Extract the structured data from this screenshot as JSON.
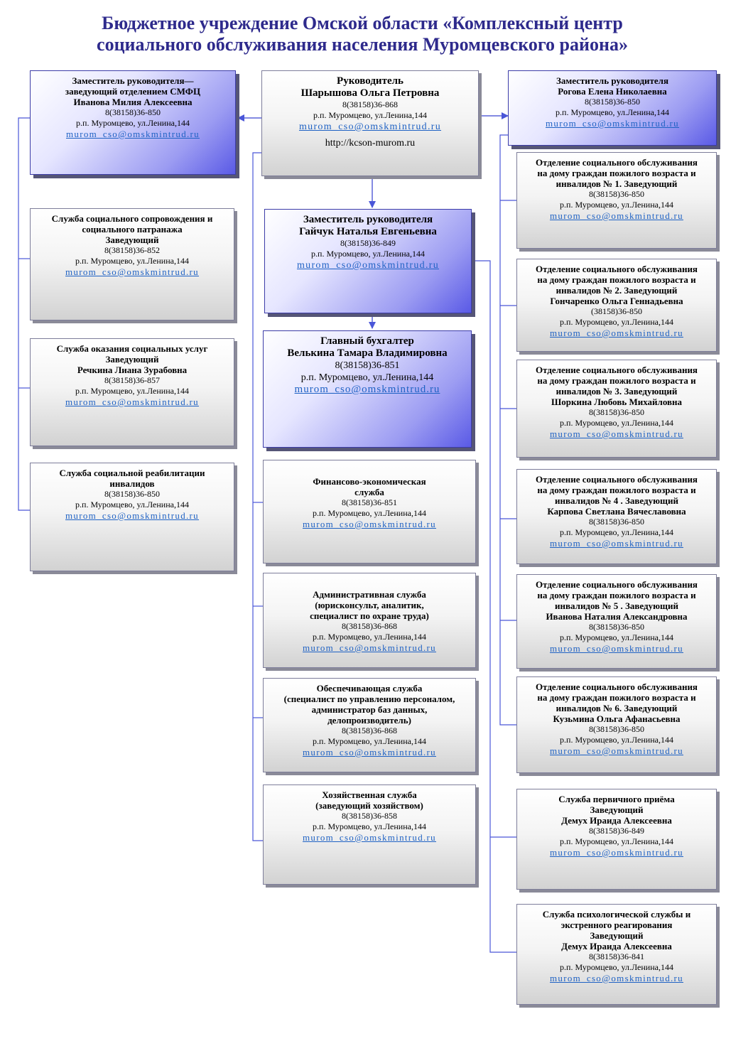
{
  "title": {
    "line1": "Бюджетное учреждение Омской области «Комплексный центр",
    "line2": "социального обслуживания населения Муромцевского района»"
  },
  "boxes": {
    "director": {
      "t1": "Руководитель",
      "t2": "Шарышова Ольга Петровна",
      "l1": "8(38158)36-868",
      "l2": "р.п. Муромцево, ул.Ленина,144",
      "email": "murom_cso@omskmintrud.ru",
      "site": "http://kcson-murom.ru"
    },
    "dep_left": {
      "t1": "Заместитель руководителя—",
      "t2": "заведующий отделением СМФЦ",
      "t3": "Иванова Милия Алексеевна",
      "l1": "8(38158)36-850",
      "l2": "р.п. Муромцево, ул.Ленина,144",
      "email": "murom_cso@omskmintrud.ru"
    },
    "dep_right": {
      "t1": "Заместитель руководителя",
      "t2": "Рогова Елена Николаевна",
      "l1": "8(38158)36-850",
      "l2": "р.п. Муромцево, ул.Ленина,144",
      "email": "murom_cso@omskmintrud.ru"
    },
    "dep_center": {
      "t1": "Заместитель руководителя",
      "t2": "Гайчук Наталья Евгеньевна",
      "l1": "8(38158)36-849",
      "l2": "р.п. Муромцево, ул.Ленина,144",
      "email": "murom_cso@omskmintrud.ru"
    },
    "accountant": {
      "t1": "Главный бухгалтер",
      "t2": "Велькина Тамара Владимировна",
      "l1": "8(38158)36-851",
      "l2": "р.п. Муромцево, ул.Ленина,144",
      "email": "murom_cso@omskmintrud.ru"
    },
    "l1": {
      "t1": "Служба социального сопровождения и",
      "t2": "социального патранажа",
      "t3": "Заведующий",
      "l1": "8(38158)36-852",
      "l2": "р.п. Муромцево, ул.Ленина,144",
      "email": "murom_cso@omskmintrud.ru"
    },
    "l2": {
      "t1": "Служба оказания социальных услуг",
      "t2": "Заведующий",
      "t3": "Речкина Лиана Зурабовна",
      "l1": "8(38158)36-857",
      "l2": "р.п. Муромцево, ул.Ленина,144",
      "email": "murom_cso@omskmintrud.ru"
    },
    "l3": {
      "t1": "Служба социальной реабилитации",
      "t2": "инвалидов",
      "l1": "8(38158)36-850",
      "l2": "р.п. Муромцево, ул.Ленина,144",
      "email": "murom_cso@omskmintrud.ru"
    },
    "c1": {
      "t1": "Финансово-экономическая",
      "t2": "служба",
      "l1": "8(38158)36-851",
      "l2": "р.п. Муромцево, ул.Ленина,144",
      "email": "murom_cso@omskmintrud.ru"
    },
    "c2": {
      "t1": "Административная служба",
      "t2": "(юрисконсульт, аналитик,",
      "t3": "специалист по охране труда)",
      "l1": "8(38158)36-868",
      "l2": "р.п. Муромцево, ул.Ленина,144",
      "email": "murom_cso@omskmintrud.ru"
    },
    "c3": {
      "t1": "Обеспечивающая служба",
      "t2": "(специалист по управлению персоналом,",
      "t3": "администратор  баз данных,",
      "t4": "делопроизводитель)",
      "l1": "8(38158)36-868",
      "l2": "р.п. Муромцево, ул.Ленина,144",
      "email": "murom_cso@omskmintrud.ru"
    },
    "c4": {
      "t1": "Хозяйственная служба",
      "t2": "(заведующий хозяйством)",
      "l1": "8(38158)36-858",
      "l2": "р.п. Муромцево, ул.Ленина,144",
      "email": "murom_cso@omskmintrud.ru"
    },
    "r1": {
      "t1": "Отделение социального обслуживания",
      "t2": "на дому граждан  пожилого возраста и",
      "t3": "инвалидов № 1. Заведующий",
      "l1": "8(38158)36-850",
      "l2": "р.п. Муромцево, ул.Ленина,144",
      "email": "murom_cso@omskmintrud.ru"
    },
    "r2": {
      "t1": "Отделение социального обслуживания",
      "t2": "на дому граждан  пожилого возраста и",
      "t3": "инвалидов № 2. Заведующий",
      "t4": "Гончаренко Ольга Геннадьевна",
      "l1": "(38158)36-850",
      "l2": "р.п. Муромцево, ул.Ленина,144",
      "email": "murom_cso@omskmintrud.ru"
    },
    "r3": {
      "t1": "Отделение социального обслуживания",
      "t2": "на дому граждан  пожилого возраста и",
      "t3": "инвалидов № 3. Заведующий",
      "t4": "Шоркина Любовь Михайловна",
      "l1": "8(38158)36-850",
      "l2": "р.п. Муромцево, ул.Ленина,144",
      "email": "murom_cso@omskmintrud.ru"
    },
    "r4": {
      "t1": "Отделение социального обслуживания",
      "t2": "на дому граждан  пожилого возраста и",
      "t3": "инвалидов № 4 . Заведующий",
      "t4": "Карпова Светлана Вячеславовна",
      "l1": "8(38158)36-850",
      "l2": "р.п. Муромцево, ул.Ленина,144",
      "email": "murom_cso@omskmintrud.ru"
    },
    "r5": {
      "t1": "Отделение социального обслуживания",
      "t2": "на дому граждан  пожилого возраста и",
      "t3": "инвалидов № 5 . Заведующий",
      "t4": "Иванова Наталия Александровна",
      "l1": "8(38158)36-850",
      "l2": "р.п. Муромцево, ул.Ленина,144",
      "email": "murom_cso@omskmintrud.ru"
    },
    "r6": {
      "t1": "Отделение социального обслуживания",
      "t2": "на дому граждан  пожилого возраста и",
      "t3": "инвалидов № 6. Заведующий",
      "t4": "Кузьмина Ольга  Афанасьевна",
      "l1": "8(38158)36-850",
      "l2": "р.п. Муромцево, ул.Ленина,144",
      "email": "murom_cso@omskmintrud.ru"
    },
    "r7": {
      "t1": "Служба первичного приёма",
      "t2": "Заведующий",
      "t3": "Демух Ираида Алексеевна",
      "l1": "8(38158)36-849",
      "l2": "р.п. Муромцево, ул.Ленина,144",
      "email": "murom_cso@omskmintrud.ru"
    },
    "r8": {
      "t1": "Служба психологической службы и",
      "t2": "экстренного реагирования",
      "t3": "Заведующий",
      "t4": "Демух Ираида Алексеевна",
      "l1": "8(38158)36-841",
      "l2": "р.п. Муромцево, ул.Ленина,144",
      "email": "murom_cso@omskmintrud.ru"
    }
  }
}
